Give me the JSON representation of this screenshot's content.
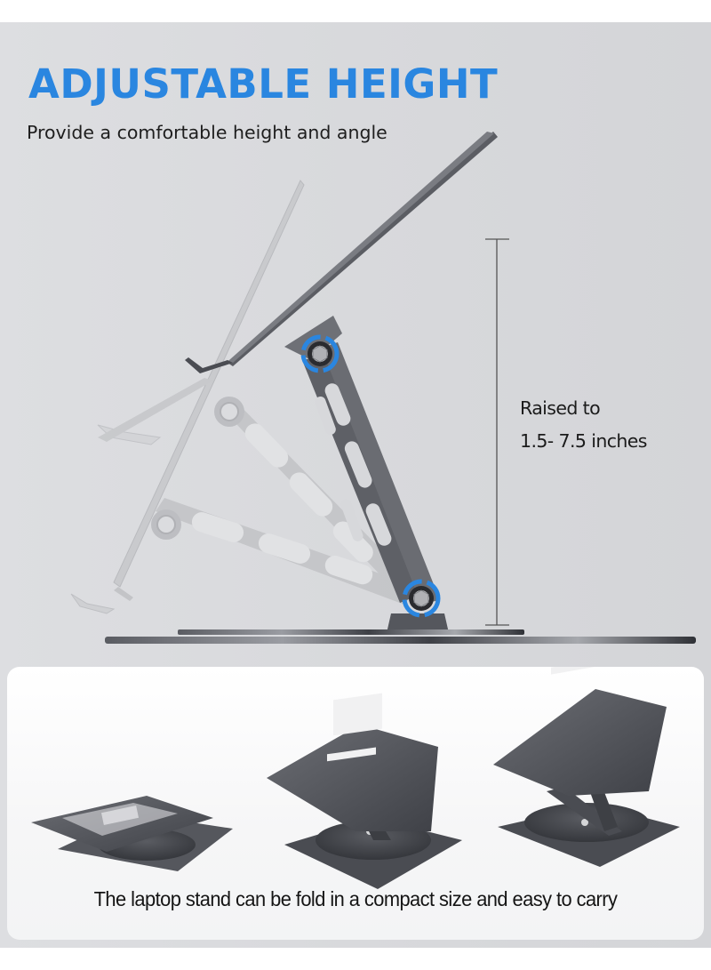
{
  "header": {
    "title": "ADJUSTABLE HEIGHT",
    "subtitle": "Provide a comfortable height and angle"
  },
  "measurement": {
    "line1": "Raised to",
    "line2": "1.5- 7.5 inches",
    "min_inches": 1.5,
    "max_inches": 7.5
  },
  "hero_illustration": {
    "subject": "laptop stand side view with foldable arms",
    "hinge_icon": "rotate-arrows-icon",
    "accent_color": "#2a86e0"
  },
  "fold_section": {
    "caption": "The laptop stand can be fold in a compact size and easy to carry",
    "products": [
      {
        "state": "folded"
      },
      {
        "state": "medium"
      },
      {
        "state": "raised"
      }
    ]
  },
  "colors": {
    "title_blue": "#2a86e0",
    "panel_gray": "#d9dadd",
    "card_bg": "#f6f6f7",
    "metal_dark": "#4a4c52",
    "metal_light": "#bfc1c5"
  }
}
